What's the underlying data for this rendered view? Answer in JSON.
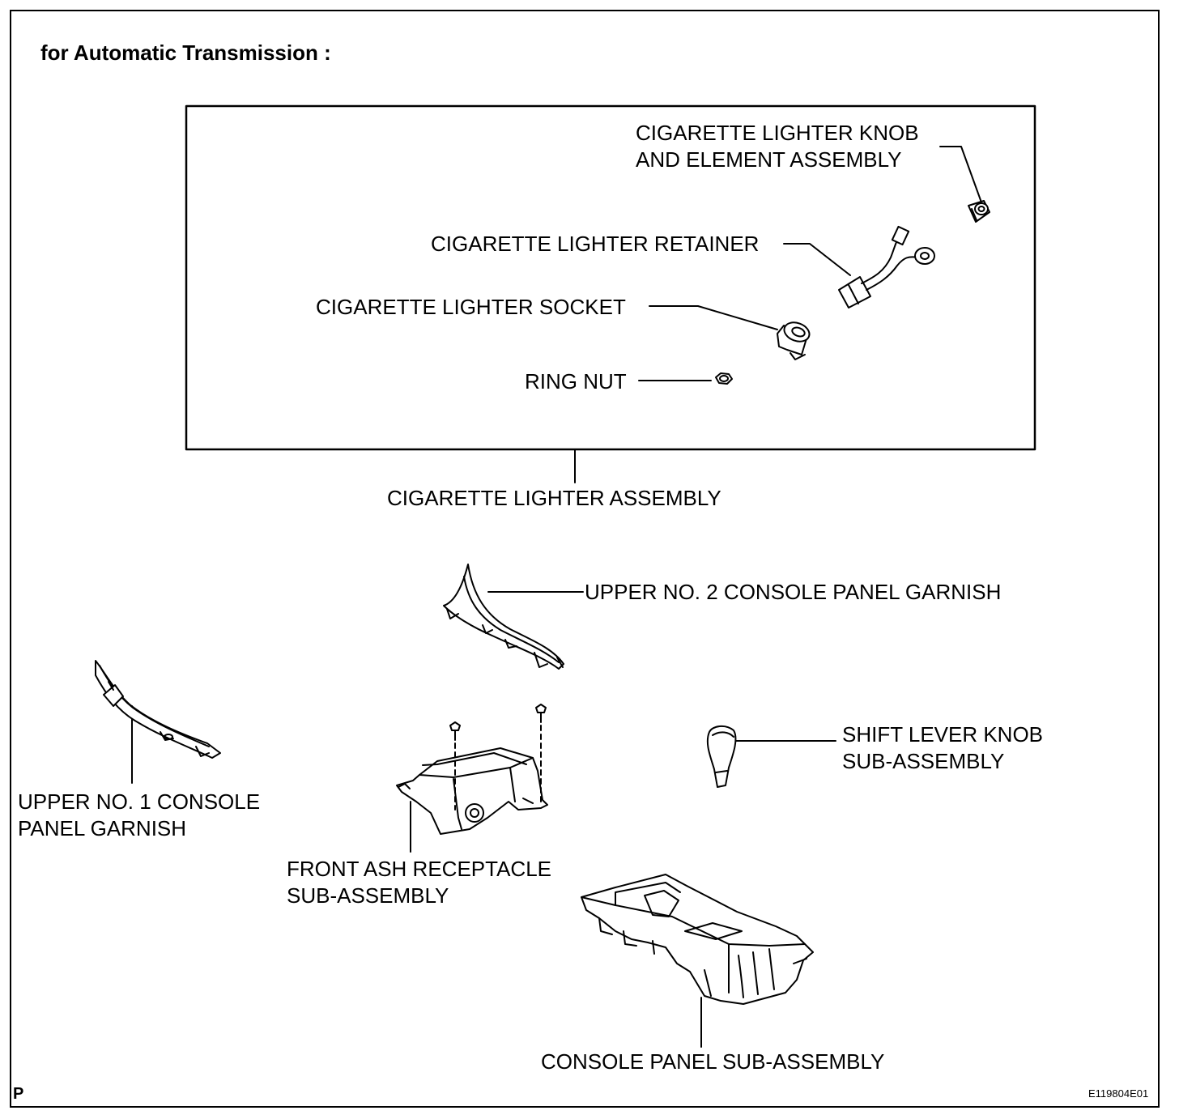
{
  "heading": "for Automatic Transmission :",
  "labels": {
    "knob_element": "CIGARETTE LIGHTER KNOB\nAND ELEMENT ASSEMBLY",
    "retainer": "CIGARETTE LIGHTER RETAINER",
    "socket": "CIGARETTE LIGHTER SOCKET",
    "ring_nut": "RING NUT",
    "lighter_assembly": "CIGARETTE LIGHTER ASSEMBLY",
    "upper_no2_garnish": "UPPER NO. 2 CONSOLE PANEL GARNISH",
    "upper_no1_garnish": "UPPER NO. 1 CONSOLE\nPANEL GARNISH",
    "shift_knob": "SHIFT LEVER KNOB\nSUB-ASSEMBLY",
    "ash_receptacle": "FRONT ASH RECEPTACLE\nSUB-ASSEMBLY",
    "console_panel": "CONSOLE PANEL SUB-ASSEMBLY"
  },
  "corner_left": "P",
  "figure_code": "E119804E01"
}
